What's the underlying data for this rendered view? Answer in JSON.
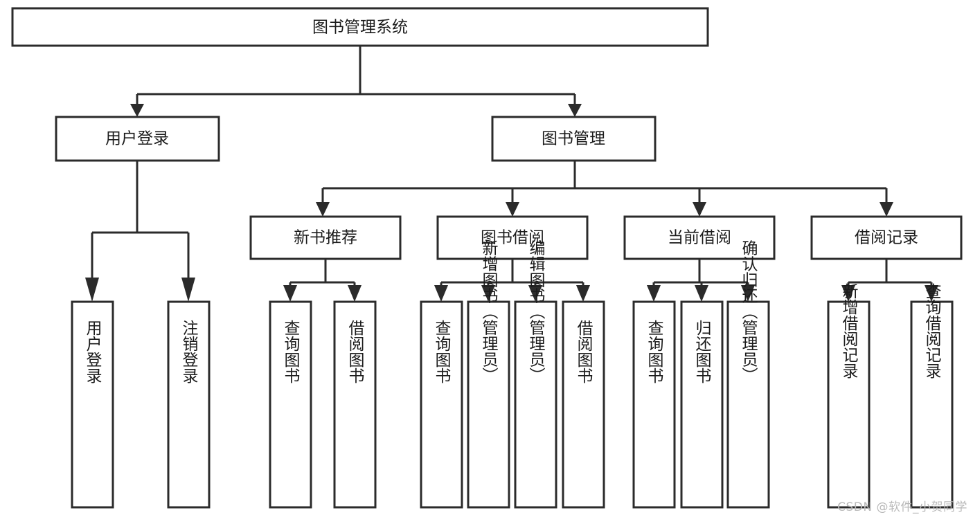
{
  "diagram": {
    "title": "图书管理系统",
    "type": "tree-hierarchy-chart",
    "root": {
      "label": "图书管理系统"
    },
    "level2": [
      {
        "label": "用户登录"
      },
      {
        "label": "图书管理"
      }
    ],
    "level3": [
      {
        "label": "新书推荐"
      },
      {
        "label": "图书借阅"
      },
      {
        "label": "当前借阅"
      },
      {
        "label": "借阅记录"
      }
    ],
    "leaves": {
      "user_login": [
        {
          "label": "用户登录"
        },
        {
          "label": "注销登录"
        }
      ],
      "new_book_recommend": [
        {
          "label": "查询图书"
        },
        {
          "label": "借阅图书"
        }
      ],
      "book_borrow": [
        {
          "label": "查询图书"
        },
        {
          "label": "新增图书（管理员）"
        },
        {
          "label": "编辑图书（管理员）"
        },
        {
          "label": "借阅图书"
        }
      ],
      "current_borrow": [
        {
          "label": "查询图书"
        },
        {
          "label": "归还图书"
        },
        {
          "label": "确认归还（管理员）"
        }
      ],
      "borrow_record": [
        {
          "label": "新增借阅记录"
        },
        {
          "label": "查询借阅记录"
        }
      ]
    }
  },
  "watermark": {
    "text": "CSDN @软件_小贺同学"
  },
  "colors": {
    "stroke": "#2b2b2b",
    "fill": "#ffffff",
    "text": "#1b1b1b",
    "watermark": "#b9b9b9"
  }
}
